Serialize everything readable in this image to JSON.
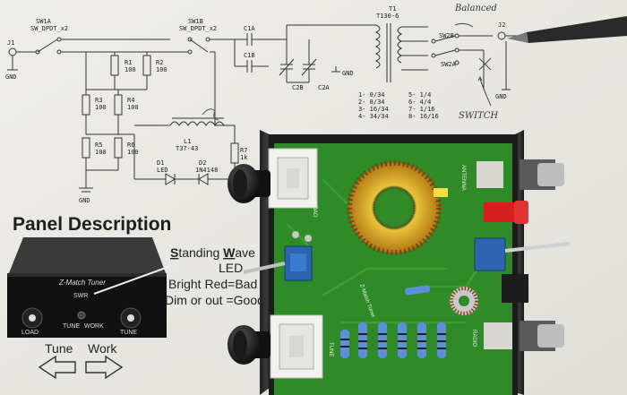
{
  "schematic": {
    "labels": {
      "j1": "J1",
      "j2": "J2",
      "gnd": "GND",
      "sw1a": "SW1A",
      "sw1b": "SW1B",
      "sw_type": "SW_DPDT_x2",
      "sw2a": "SW2A",
      "sw2b": "SW2B",
      "r1": "R1",
      "r2": "R2",
      "r3": "R3",
      "r4": "R4",
      "r5": "R5",
      "r6": "R6",
      "r7": "R7",
      "r_val": "100",
      "r7_val": "1k",
      "c1a": "C1A",
      "c1b": "C1B",
      "c2a": "C2A",
      "c2b": "C2B",
      "l1": "L1",
      "l1_val": "T37-43",
      "t1": "T1",
      "t1_val": "T130-6",
      "d1": "D1",
      "d1_val": "LED",
      "d2": "D2",
      "d2_val": "1N4148",
      "turns_a": [
        "1- 0/34",
        "2- 8/34",
        "3- 16/34",
        "4- 34/34"
      ],
      "turns_b": [
        "5- 1/4",
        "6- 4/4",
        "7- 1/16",
        "8- 16/16"
      ]
    },
    "handwriting": {
      "balanced": "Balanced",
      "switch": "SWITCH"
    }
  },
  "panel": {
    "title": "Panel Description",
    "device_name": "Z-Match Tuner",
    "swr_label": "SWR",
    "load_label": "LOAD",
    "tune_label": "TUNE",
    "work_label": "WORK",
    "tune_knob": "TUNE",
    "led_desc_1_a": "S",
    "led_desc_1_b": "tanding ",
    "led_desc_1_c": "W",
    "led_desc_1_d": "ave",
    "led_desc_2": "LED",
    "led_desc_3": "Bright Red=Bad",
    "led_desc_4": "Dim or out =Good",
    "arrow_left": "Tune",
    "arrow_right": "Work"
  },
  "pcb": {
    "board_name": "Z-Match Tuner",
    "load_label": "LOAD",
    "tune_label": "TUNE",
    "antenna_label": "ANTENNA",
    "radio_label": "RADIO"
  }
}
